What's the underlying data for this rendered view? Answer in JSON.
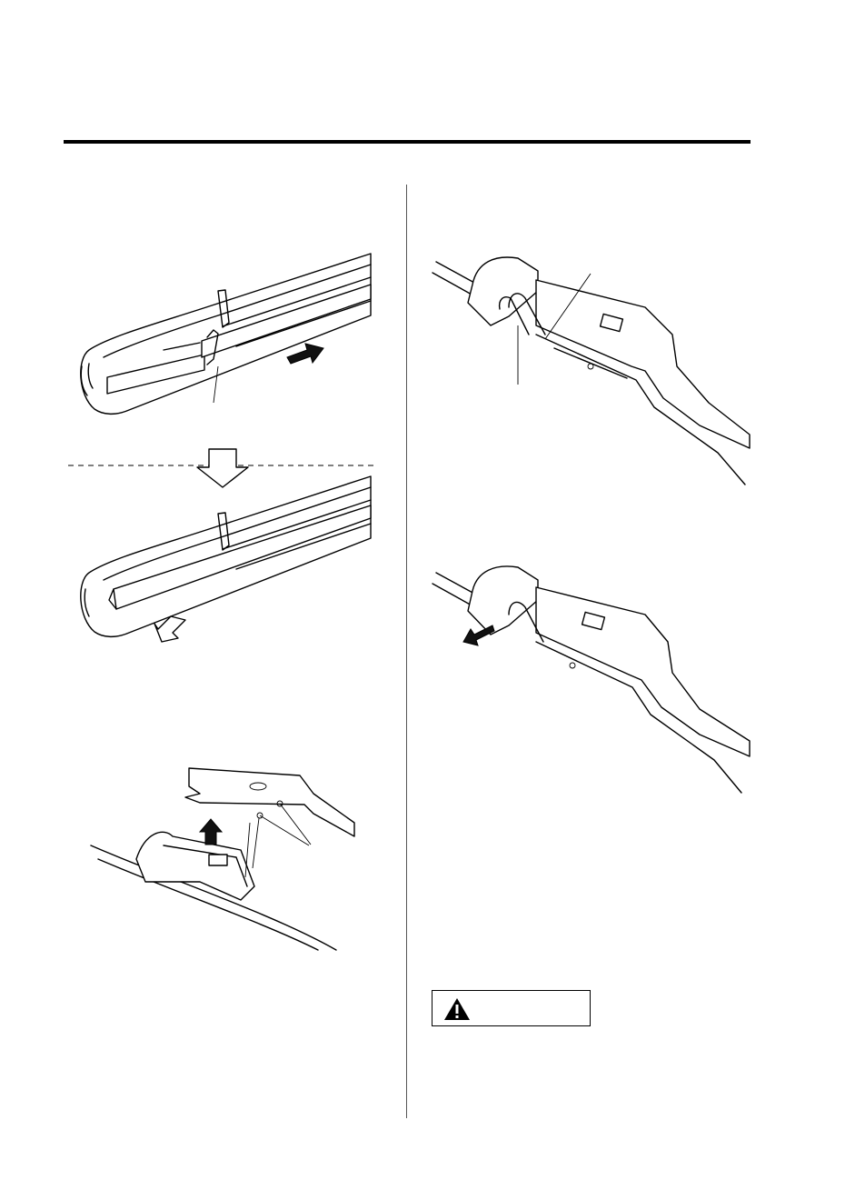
{
  "page": {
    "layout": "two-column",
    "rule_color": "#000000",
    "divider_color": "#555555"
  },
  "figures": [
    {
      "id": "fig-1",
      "subject": "blade-rubber-slide-out",
      "arrow": "right"
    },
    {
      "id": "fig-2",
      "subject": "blade-rubber-removed",
      "arrow": "down-left"
    },
    {
      "id": "fig-3",
      "subject": "arm-adapter-lift",
      "arrow": "up"
    },
    {
      "id": "fig-4",
      "subject": "blade-clip-release-tab"
    },
    {
      "id": "fig-5",
      "subject": "blade-pull-off",
      "arrow": "left"
    }
  ],
  "warning_box": {
    "icon": "warning-triangle-icon",
    "label": ""
  }
}
